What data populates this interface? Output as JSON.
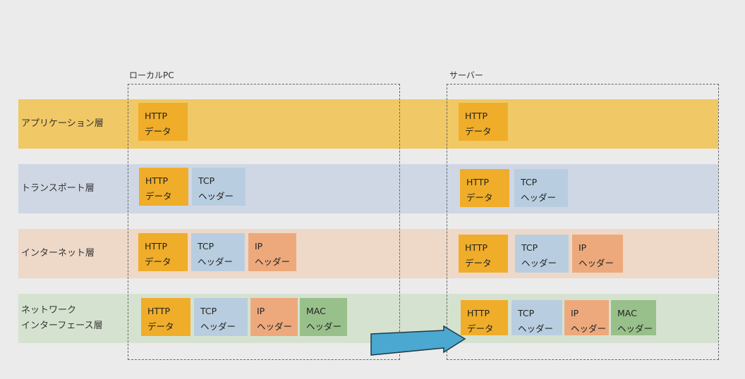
{
  "hosts": {
    "local": "ローカルPC",
    "server": "サーバー"
  },
  "layers": {
    "application": "アプリケーション層",
    "transport": "トランスポート層",
    "internet": "インターネット層",
    "network_interface": "ネットワーク\nインターフェース層"
  },
  "blocks": {
    "http": "HTTP\nデータ",
    "tcp": "TCP\nヘッダー",
    "ip": "IP\nヘッダー",
    "mac": "MAC\nヘッダー"
  },
  "colors": {
    "http": "#f0ad2a",
    "tcp": "#b8cee0",
    "ip": "#eda97c",
    "mac": "#98c08a",
    "arrow": "#4ba8d0"
  }
}
